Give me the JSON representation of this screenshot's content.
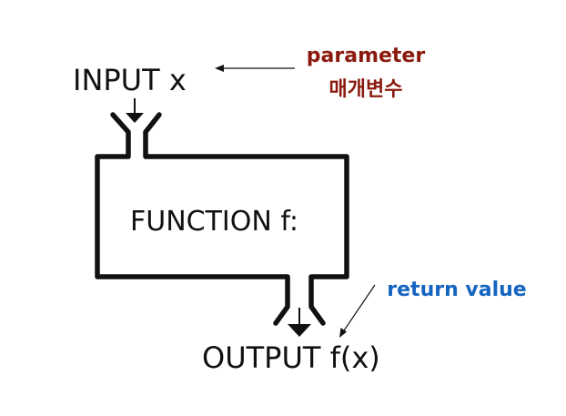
{
  "input": {
    "label": "INPUT x"
  },
  "function": {
    "label": "FUNCTION f:"
  },
  "output": {
    "label": "OUTPUT f(x)"
  },
  "annotations": {
    "parameter_en": "parameter",
    "parameter_ko": "매개변수",
    "return_value": "return value"
  },
  "colors": {
    "parameter": "#8b1a0e",
    "return_value": "#1565c0",
    "stroke": "#111111"
  }
}
